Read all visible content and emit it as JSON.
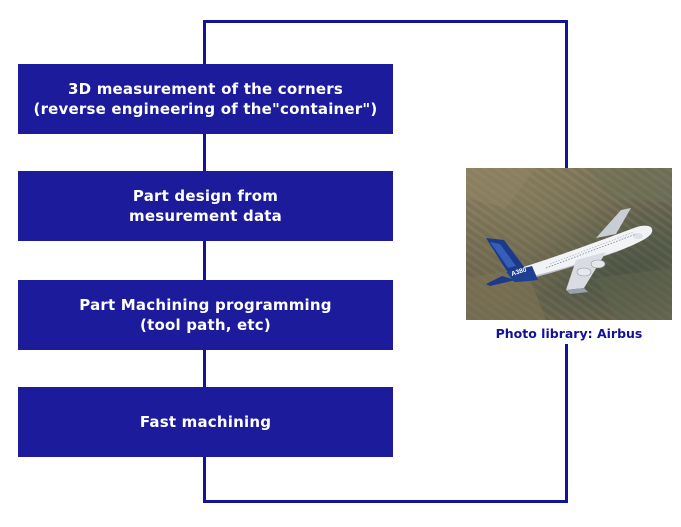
{
  "steps": [
    {
      "line1": "3D measurement of the corners",
      "line2": "(reverse engineering of the\"container\")"
    },
    {
      "line1": "Part design from",
      "line2": "mesurement data"
    },
    {
      "line1": "Part Machining programming",
      "line2": "(tool path, etc)"
    },
    {
      "line1": "Fast machining",
      "line2": ""
    }
  ],
  "photo": {
    "caption": "Photo library: Airbus",
    "fuselage_text": "A380"
  },
  "colors": {
    "box": "#1b1b9c",
    "line": "#12129a",
    "caption": "#12129a"
  }
}
